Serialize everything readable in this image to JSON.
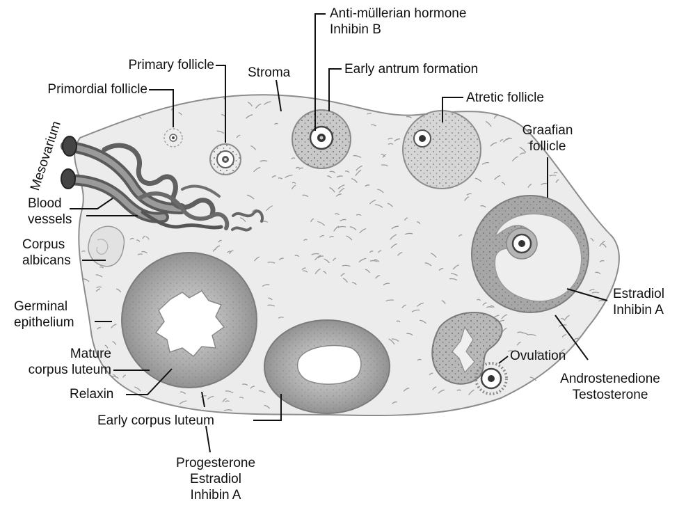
{
  "labels": {
    "primordial_follicle": "Primordial follicle",
    "primary_follicle": "Primary follicle",
    "stroma": "Stroma",
    "amh_line1": "Anti-müllerian hormone",
    "amh_line2": "Inhibin B",
    "early_antrum": "Early antrum formation",
    "atretic_follicle": "Atretic follicle",
    "graafian_line1": "Graafian",
    "graafian_line2": "follicle",
    "mesovarium": "Mesovarium",
    "blood_vessels_line1": "Blood",
    "blood_vessels_line2": "vessels",
    "corpus_albicans_line1": "Corpus",
    "corpus_albicans_line2": "albicans",
    "germinal_line1": "Germinal",
    "germinal_line2": "epithelium",
    "mature_cl_line1": "Mature",
    "mature_cl_line2": "corpus luteum",
    "relaxin": "Relaxin",
    "early_corpus_luteum": "Early corpus luteum",
    "prog_line1": "Progesterone",
    "prog_line2": "Estradiol",
    "prog_line3": "Inhibin A",
    "estradiol_line1": "Estradiol",
    "estradiol_line2": "Inhibin A",
    "ovulation": "Ovulation",
    "andro_line1": "Androstenedione",
    "andro_line2": "Testosterone"
  },
  "colors": {
    "ovary_fill": "#ececec",
    "stroma_marks": "#9a9a9a",
    "leader_line": "#111111",
    "follicle_ring": "#8d8d8d",
    "corpus_luteum": "#a9a9a9"
  }
}
